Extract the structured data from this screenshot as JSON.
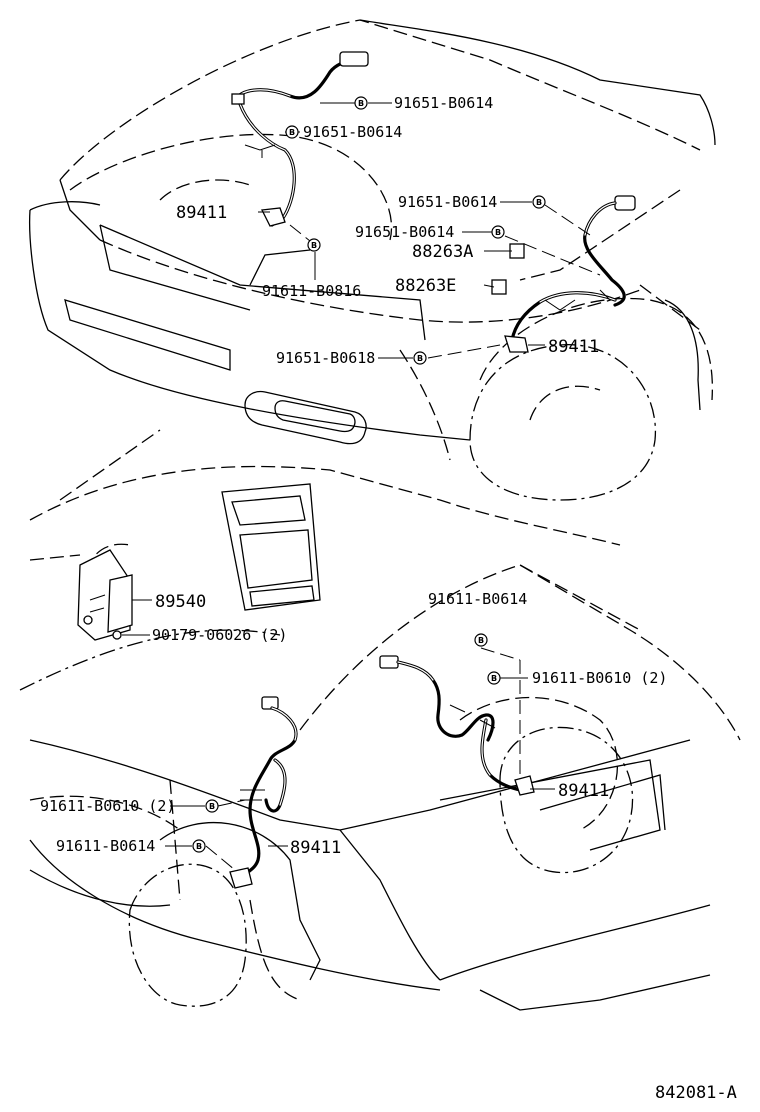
{
  "diagram": {
    "reference_code": "842081-A",
    "labels": {
      "top_bolt_1": "91651-B0614",
      "top_bolt_2": "91651-B0614",
      "sensor_front_left": "89411",
      "bolt_right_1": "91651-B0614",
      "bolt_right_2": "91651-B0614",
      "clip_a": "88263A",
      "clip_e": "88263E",
      "bolt_front_left": "91611-B0816",
      "bolt_front_right": "91651-B0618",
      "sensor_front_right": "89411",
      "computer": "89540",
      "computer_nut": "90179-06026 (2)",
      "rear_bolt_top": "91611-B0614",
      "rear_bolt_pair": "91611-B0610 (2)",
      "sensor_rear_right": "89411",
      "rear_left_bolt_pair": "91611-B0610 (2)",
      "rear_left_bolt": "91611-B0614",
      "sensor_rear_left": "89411"
    },
    "bolt_symbol": "B"
  }
}
